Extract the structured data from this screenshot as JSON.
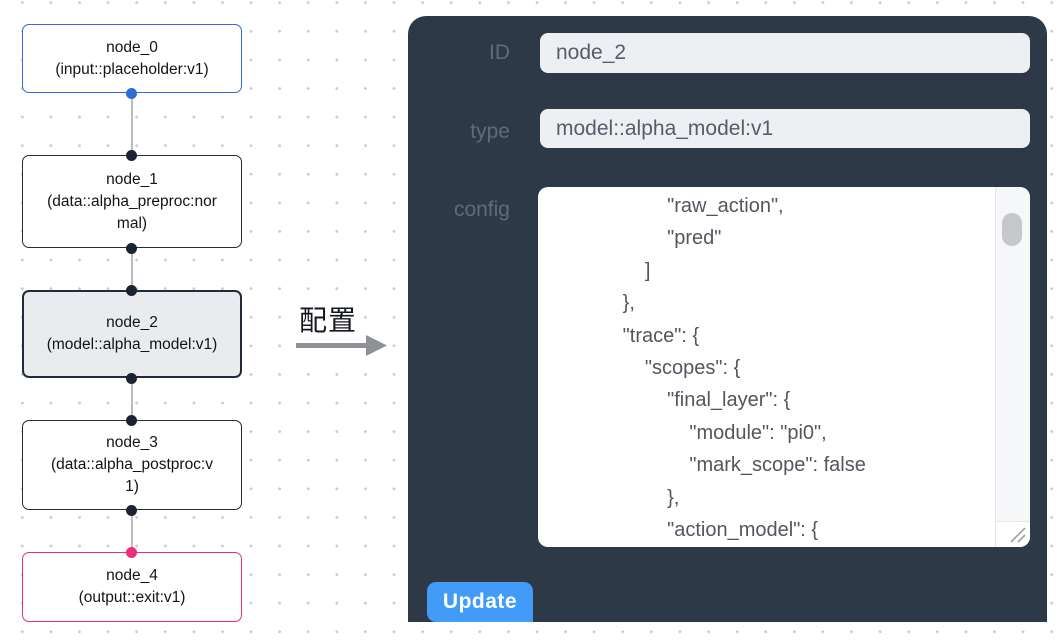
{
  "colors": {
    "panel_bg": "#2e3947",
    "node_input_border": "#2f6bd9",
    "node_default_border": "#232c3b",
    "node_selected_bg": "#eaebee",
    "node_output_border": "#ee2e7b",
    "connector_line": "#b9bcc1",
    "field_bg": "#edeff3",
    "update_button_bg": "#429bf7",
    "dot_grid": "#c9cbcf"
  },
  "canvas": {
    "nodes": [
      {
        "title": "node_0",
        "subtitle": "(input::placeholder:v1)",
        "variant": "input"
      },
      {
        "title": "node_1",
        "subtitle": "(data::alpha_preproc:normal)",
        "variant": "default"
      },
      {
        "title": "node_2",
        "subtitle": "(model::alpha_model:v1)",
        "variant": "selected"
      },
      {
        "title": "node_3",
        "subtitle": "(data::alpha_postproc:v1)",
        "variant": "default"
      },
      {
        "title": "node_4",
        "subtitle": "(output::exit:v1)",
        "variant": "output"
      }
    ]
  },
  "annotation": {
    "label": "配置"
  },
  "panel": {
    "id_field": {
      "label": "ID",
      "value": "node_2"
    },
    "type_field": {
      "label": "type",
      "value": "model::alpha_model:v1"
    },
    "config": {
      "label": "config",
      "value": "                    \"raw_action\",\n                    \"pred\"\n                ]\n            },\n            \"trace\": {\n                \"scopes\": {\n                    \"final_layer\": {\n                        \"module\": \"pi0\",\n                        \"mark_scope\": false\n                    },\n                    \"action_model\": {"
    },
    "update": {
      "label": "Update"
    }
  }
}
